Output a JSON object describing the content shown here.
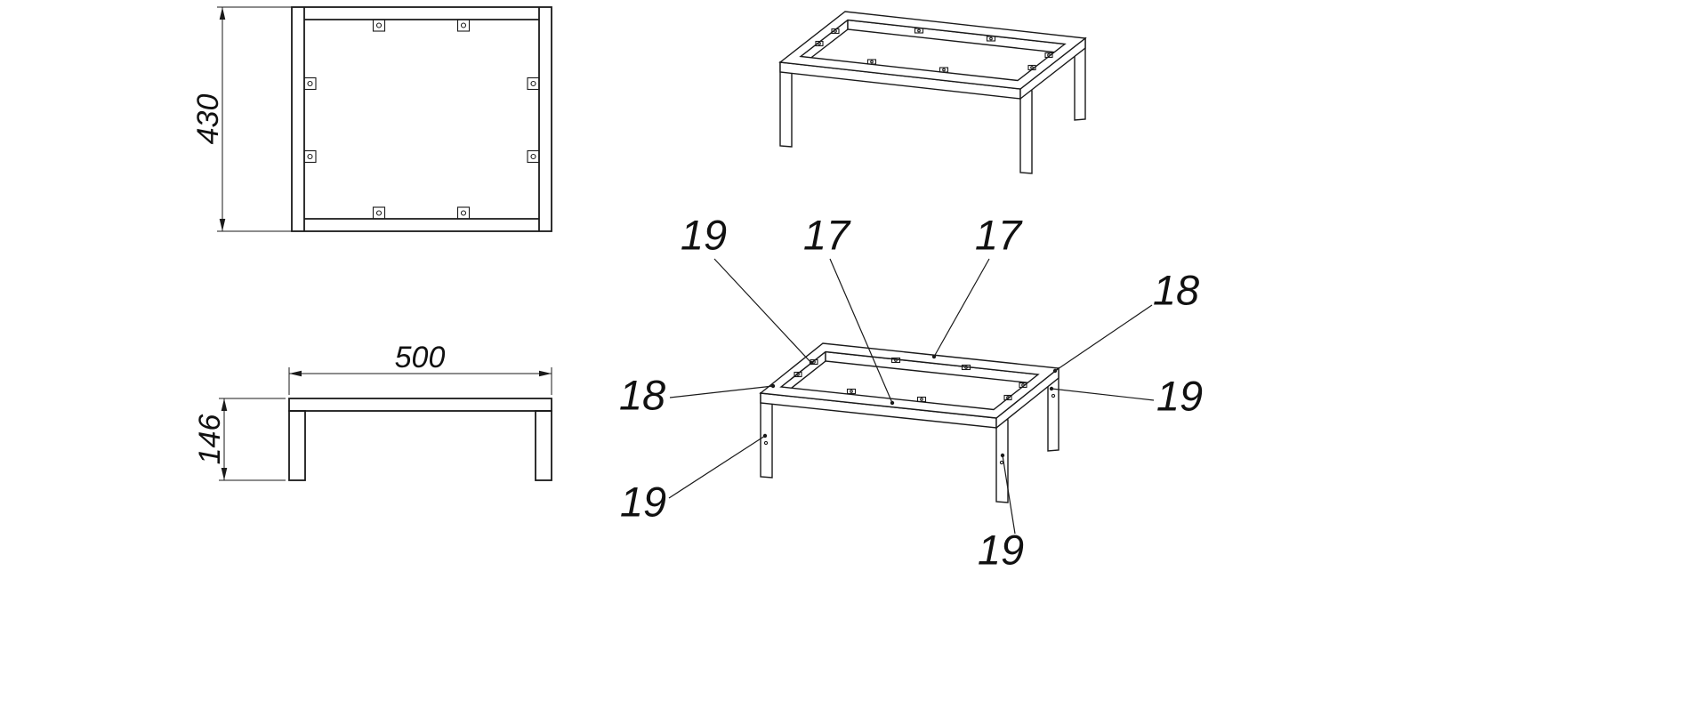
{
  "drawing": {
    "background_color": "#ffffff",
    "line_color": "#1a1a1a",
    "top_view": {
      "height_dimension": "430"
    },
    "front_view": {
      "width_dimension": "500",
      "leg_height_dimension": "146"
    },
    "callout_view": {
      "callouts": [
        "19",
        "17",
        "17",
        "18",
        "18",
        "19",
        "19",
        "19"
      ]
    }
  }
}
